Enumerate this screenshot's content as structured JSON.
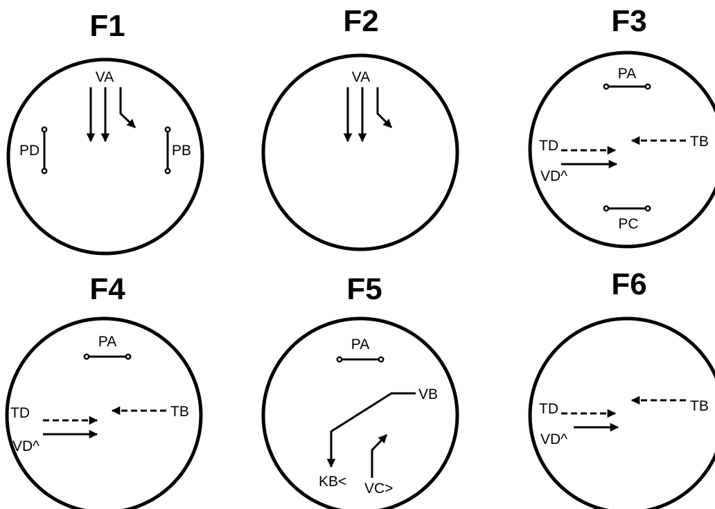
{
  "panels": {
    "f1": {
      "title": "F1",
      "va": "VA",
      "pd": "PD",
      "pb": "PB"
    },
    "f2": {
      "title": "F2",
      "va": "VA"
    },
    "f3": {
      "title": "F3",
      "pa": "PA",
      "td": "TD",
      "tb": "TB",
      "vd": "VD^",
      "pc": "PC"
    },
    "f4": {
      "title": "F4",
      "pa": "PA",
      "td": "TD",
      "tb": "TB",
      "vd": "VD^"
    },
    "f5": {
      "title": "F5",
      "pa": "PA",
      "vb": "VB",
      "kb": "KB<",
      "vc": "VC>"
    },
    "f6": {
      "title": "F6",
      "td": "TD",
      "tb": "TB",
      "vd": "VD^"
    }
  }
}
